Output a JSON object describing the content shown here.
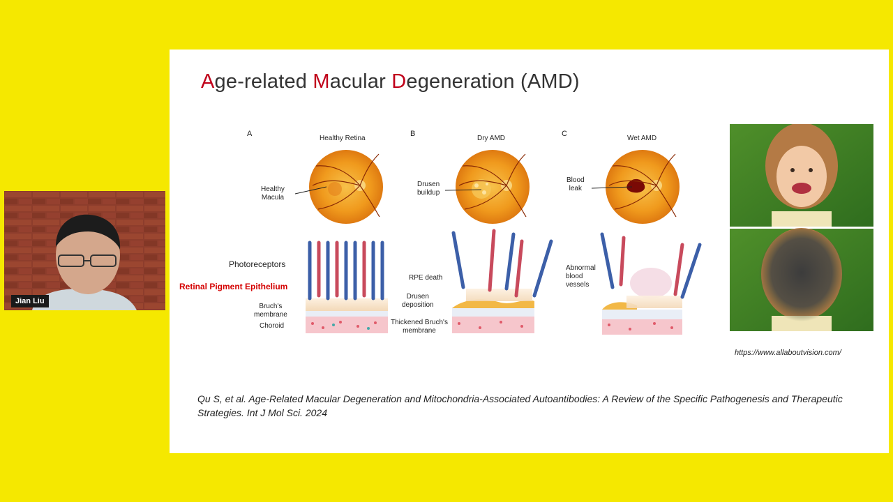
{
  "slide": {
    "title_parts": [
      {
        "text": "A",
        "highlight": true
      },
      {
        "text": "ge-related ",
        "highlight": false
      },
      {
        "text": "M",
        "highlight": true
      },
      {
        "text": "acular ",
        "highlight": false
      },
      {
        "text": "D",
        "highlight": true
      },
      {
        "text": "egeneration (AMD)",
        "highlight": false
      }
    ],
    "accent_color": "#c0001a",
    "panels": [
      {
        "letter": "A",
        "title": "Healthy Retina",
        "fundus_label": [
          "Healthy",
          "Macula"
        ]
      },
      {
        "letter": "B",
        "title": "Dry AMD",
        "fundus_label": [
          "Drusen",
          "buildup"
        ]
      },
      {
        "letter": "C",
        "title": "Wet AMD",
        "fundus_label": [
          "Blood",
          "leak"
        ]
      }
    ],
    "layer_labels": {
      "photoreceptors": "Photoreceptors",
      "rpe": "Retinal Pigment Epithelium",
      "bruchs": [
        "Bruch's",
        "membrane"
      ],
      "choroid": "Choroid",
      "rpe_death": "RPE death",
      "drusen_deposition": [
        "Drusen",
        "deposition"
      ],
      "thickened_bruchs": [
        "Thickened Bruch's",
        "membrane"
      ],
      "abnormal_vessels": [
        "Abnormal",
        "blood",
        "vessels"
      ]
    },
    "photo_source": "https://www.allaboutvision.com/",
    "citation": "Qu S, et al. Age-Related Macular Degeneration and Mitochondria-Associated Autoantibodies: A Review of the Specific Pathogenesis and Therapeutic Strategies. Int J Mol Sci. 2024"
  },
  "webcam": {
    "participant_name": "Jian Liu"
  },
  "colors": {
    "background": "#f5e800",
    "slide_bg": "#ffffff"
  }
}
